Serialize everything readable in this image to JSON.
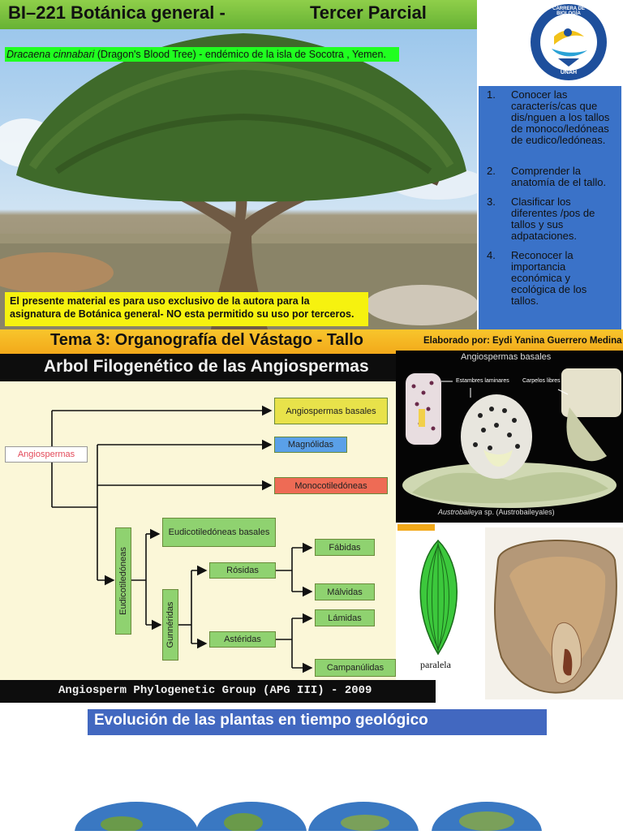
{
  "header": {
    "title": "BI–221 Botánica general - ",
    "subtitle": "Tercer Parcial"
  },
  "photo_caption": {
    "species": "Dracaena cinnabari",
    "rest": " (Dragon's Blood Tree) - endémico de la isla de Socotra , Yemen."
  },
  "notice": "El presente material es para uso exclusivo de la autora para la asignatura de Botánica general- NO esta permitido su uso por terceros.",
  "logo": {
    "top_text": "CARRERA DE BIOLOGÍA",
    "bottom_text": "UNAH",
    "colors": {
      "ring": "#1e4f9c",
      "inner": "#ffffff",
      "accent": "#f2c21a"
    }
  },
  "objectives": [
    {
      "num": "1.",
      "text": "Conocer las caracterís/cas que dis/nguen a los tallos de monoco/ledóneas de eudico/ledóneas."
    },
    {
      "num": "2.",
      "text": "Comprender la anatomía de el tallo."
    },
    {
      "num": "3.",
      "text": "Clasificar los diferentes /pos de tallos y sus adpataciones."
    },
    {
      "num": "4.",
      "text": "Reconocer la importancia económica y ecológica de los tallos."
    }
  ],
  "tema": {
    "title": "Tema 3: Organografía del Vástago - Tallo",
    "author": "Elaborado por: Eydi Yanina Guerrero Medina"
  },
  "phylogeny": {
    "heading": "Arbol Filogenético de las Angiospermas",
    "root": "Angiospermas",
    "nodes": {
      "basales": "Angiospermas basales",
      "magnolidas": "Magnólidas",
      "monocot": "Monocotiledóneas",
      "eudicot": "Eudicotiledóneas",
      "eudicot_basales": "Eudicotiledóneas basales",
      "gunneridas": "Gunnéridas",
      "rosidas": "Rósidas",
      "fabidas": "Fábidas",
      "malvidas": "Málvidas",
      "asteridas": "Astéridas",
      "lamidas": "Lámidas",
      "campanulidas": "Campanúlidas"
    },
    "footer": "Angiosperm Phylogenetic Group (APG III) - 2009",
    "colors": {
      "basales": "#e8e24a",
      "magnolidas": "#5aa0e8",
      "monocot": "#ee6b55",
      "green": "#8fd270"
    }
  },
  "basal_photo": {
    "title": "Angiospermas basales",
    "label1": "Estambres laminares",
    "label2": "Carpelos libres",
    "caption_species": "Austrobaileya",
    "caption_rest": " sp. (Austrobaileyales)"
  },
  "leaf_label": "paralela",
  "evolution_title": "Evolución de las plantas en tiempo geológico"
}
